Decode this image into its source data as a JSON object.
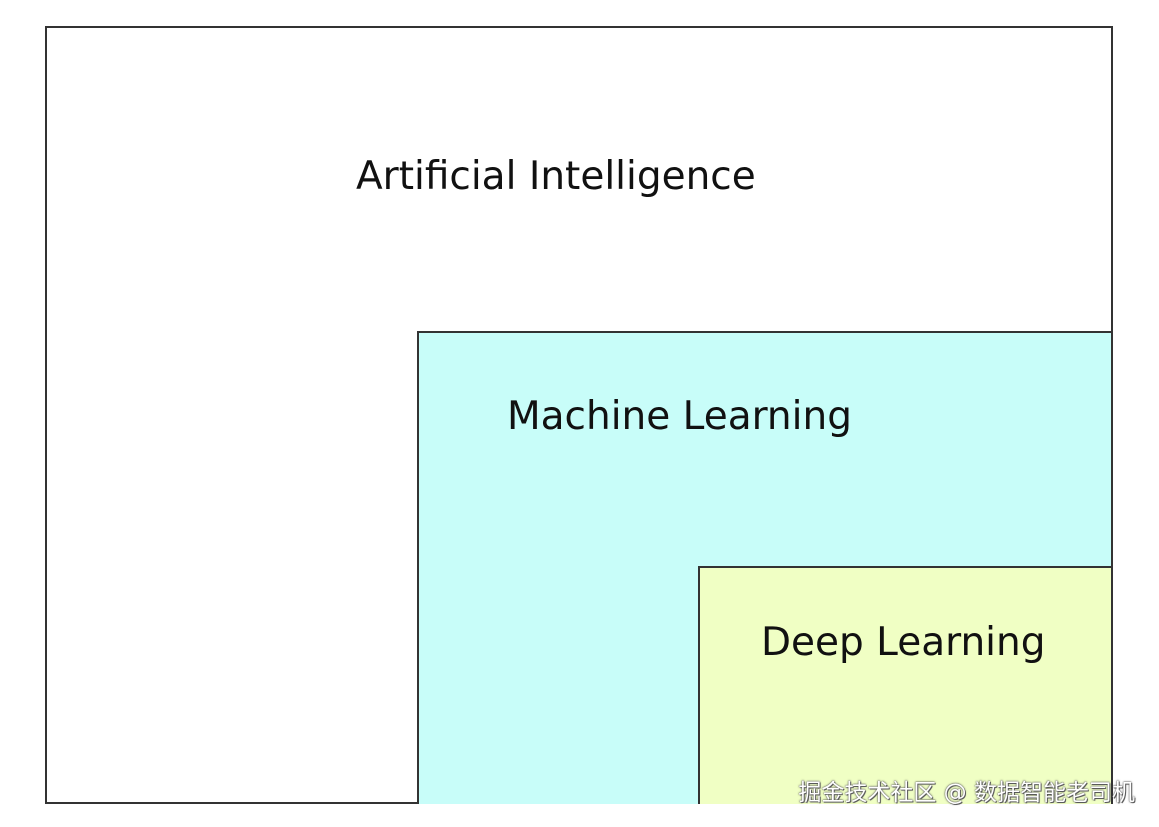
{
  "diagram": {
    "outer": {
      "label": "Artificial Intelligence",
      "fill": "#ffffff"
    },
    "middle": {
      "label": "Machine Learning",
      "fill": "#c8fdf9"
    },
    "inner": {
      "label": "Deep Learning",
      "fill": "#f0ffc4"
    },
    "border_color": "#333333"
  },
  "watermark": {
    "text": "掘金技术社区 @ 数据智能老司机"
  }
}
